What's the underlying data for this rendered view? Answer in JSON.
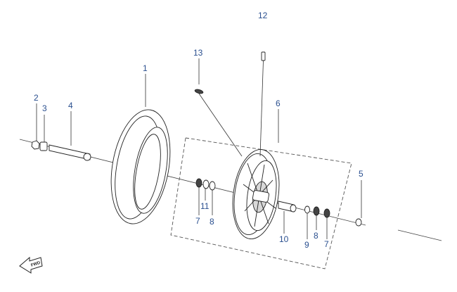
{
  "diagram": {
    "callouts": [
      {
        "id": "1",
        "label": "1"
      },
      {
        "id": "2",
        "label": "2"
      },
      {
        "id": "3",
        "label": "3"
      },
      {
        "id": "4",
        "label": "4"
      },
      {
        "id": "5",
        "label": "5"
      },
      {
        "id": "6",
        "label": "6"
      },
      {
        "id": "7a",
        "label": "7"
      },
      {
        "id": "7b",
        "label": "7"
      },
      {
        "id": "8a",
        "label": "8"
      },
      {
        "id": "8b",
        "label": "8"
      },
      {
        "id": "9",
        "label": "9"
      },
      {
        "id": "10",
        "label": "10"
      },
      {
        "id": "11",
        "label": "11"
      },
      {
        "id": "12",
        "label": "12"
      },
      {
        "id": "13",
        "label": "13"
      }
    ],
    "direction_badge": "FWD"
  },
  "colors": {
    "callout": "#2a4f8f",
    "line": "#222222",
    "background": "#ffffff"
  },
  "icons": {
    "direction": "forward-arrow-icon"
  }
}
